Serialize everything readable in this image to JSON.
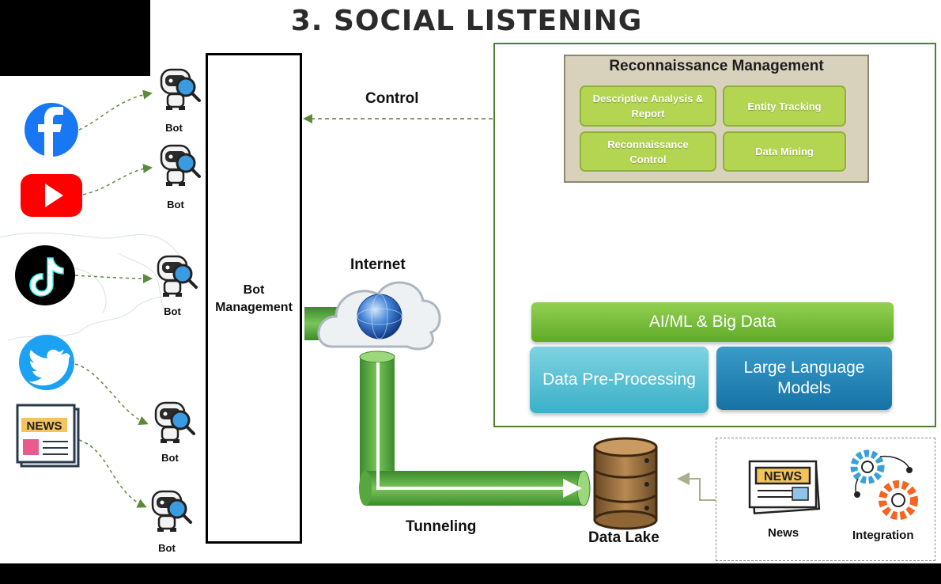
{
  "title": "3. SOCIAL LISTENING",
  "bot_management": {
    "label_line1": "Bot",
    "label_line2": "Management"
  },
  "bots": [
    {
      "label": "Bot"
    },
    {
      "label": "Bot"
    },
    {
      "label": "Bot"
    },
    {
      "label": "Bot"
    },
    {
      "label": "Bot"
    }
  ],
  "sources": [
    {
      "name": "facebook",
      "icon": "facebook-icon",
      "color": "#1877f2"
    },
    {
      "name": "youtube",
      "icon": "youtube-icon",
      "color": "#ff0000"
    },
    {
      "name": "tiktok",
      "icon": "tiktok-icon",
      "color": "#000000"
    },
    {
      "name": "twitter",
      "icon": "twitter-icon",
      "color": "#1da1f2"
    },
    {
      "name": "news",
      "icon": "newspaper-icon",
      "color": "#f4c35a"
    }
  ],
  "control_label": "Control",
  "internet_label": "Internet",
  "tunneling_label": "Tunneling",
  "data_lake_label": "Data Lake",
  "recon": {
    "title": "Reconnaissance Management",
    "items": [
      {
        "line1": "Descriptive Analysis &",
        "line2": "Report"
      },
      {
        "line1": "Entity Tracking",
        "line2": ""
      },
      {
        "line1": "Reconnaissance",
        "line2": "Control"
      },
      {
        "line1": "Data Mining",
        "line2": ""
      }
    ]
  },
  "stack": {
    "aiml": "AI/ML & Big Data",
    "preprocessing": "Data Pre-Processing",
    "llm_line1": "Large Language",
    "llm_line2": "Models"
  },
  "inputs": {
    "news_label": "News",
    "integration_label": "Integration"
  },
  "colors": {
    "pipe_green": "#4aa33a",
    "panel_border": "#4e7f2f",
    "recon_bg": "#d8d2bd",
    "recon_btn": "#b4d552",
    "dashed_arrow": "#5d7a3a"
  }
}
